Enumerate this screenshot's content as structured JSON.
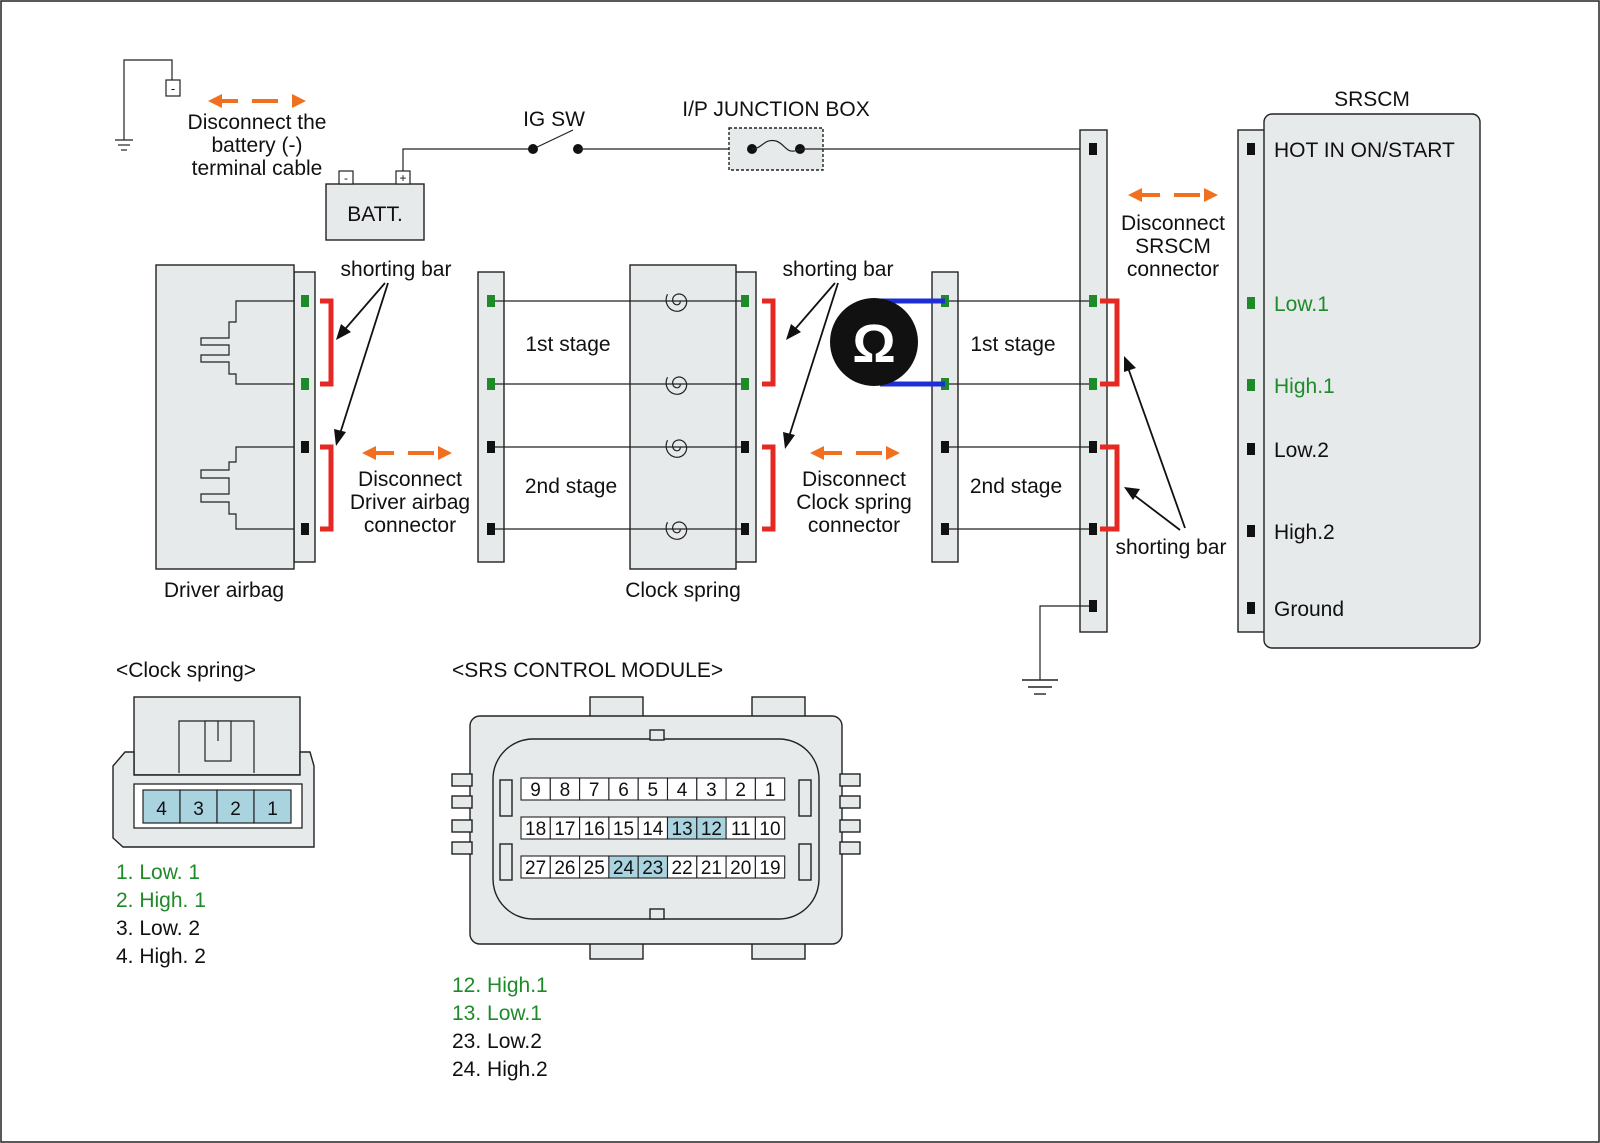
{
  "labels": {
    "disconnect_battery_1": "Disconnect the",
    "disconnect_battery_2": "battery (-)",
    "disconnect_battery_3": "terminal cable",
    "batt": "BATT.",
    "ig_sw": "IG SW",
    "junction_box": "I/P JUNCTION BOX",
    "srscm": "SRSCM",
    "disconnect_srscm_1": "Disconnect",
    "disconnect_srscm_2": "SRSCM",
    "disconnect_srscm_3": "connector",
    "shorting_bar": "shorting bar",
    "stage1": "1st stage",
    "stage2": "2nd stage",
    "disconnect_driver_1": "Disconnect",
    "disconnect_driver_2": "Driver airbag",
    "disconnect_driver_3": "connector",
    "disconnect_clock_1": "Disconnect",
    "disconnect_clock_2": "Clock spring",
    "disconnect_clock_3": "connector",
    "driver_airbag": "Driver airbag",
    "clock_spring": "Clock spring",
    "ohm_symbol": "Ω",
    "minus": "-",
    "plus": "+"
  },
  "srscm_terminals": [
    {
      "label": "HOT IN ON/START",
      "highlight": false
    },
    {
      "label": "Low.1",
      "highlight": true
    },
    {
      "label": "High.1",
      "highlight": true
    },
    {
      "label": "Low.2",
      "highlight": false
    },
    {
      "label": "High.2",
      "highlight": false
    },
    {
      "label": "Ground",
      "highlight": false
    }
  ],
  "clock_spring_connector": {
    "title": "<Clock spring>",
    "pins": [
      "4",
      "3",
      "2",
      "1"
    ],
    "legend": [
      {
        "text": "1. Low. 1",
        "highlight": true
      },
      {
        "text": "2. High. 1",
        "highlight": true
      },
      {
        "text": "3. Low. 2",
        "highlight": false
      },
      {
        "text": "4. High. 2",
        "highlight": false
      }
    ]
  },
  "srs_module_connector": {
    "title": "<SRS CONTROL MODULE>",
    "rows": [
      [
        "9",
        "8",
        "7",
        "6",
        "5",
        "4",
        "3",
        "2",
        "1"
      ],
      [
        "18",
        "17",
        "16",
        "15",
        "14",
        "13",
        "12",
        "11",
        "10"
      ],
      [
        "27",
        "26",
        "25",
        "24",
        "23",
        "22",
        "21",
        "20",
        "19"
      ]
    ],
    "highlighted_pins": [
      "12",
      "13",
      "23",
      "24"
    ],
    "legend": [
      {
        "text": "12. High.1",
        "highlight": true
      },
      {
        "text": "13. Low.1",
        "highlight": true
      },
      {
        "text": "23. Low.2",
        "highlight": false
      },
      {
        "text": "24. High.2",
        "highlight": false
      }
    ]
  },
  "colors": {
    "highlight_text": "#1e8a2a",
    "shorting_bar": "#e52822",
    "ohmmeter_lead": "#1c2fd6",
    "disconnect_arrow": "#f07020",
    "pin_highlight_fill": "#a9d3df",
    "panel_fill": "#e7eaea"
  }
}
